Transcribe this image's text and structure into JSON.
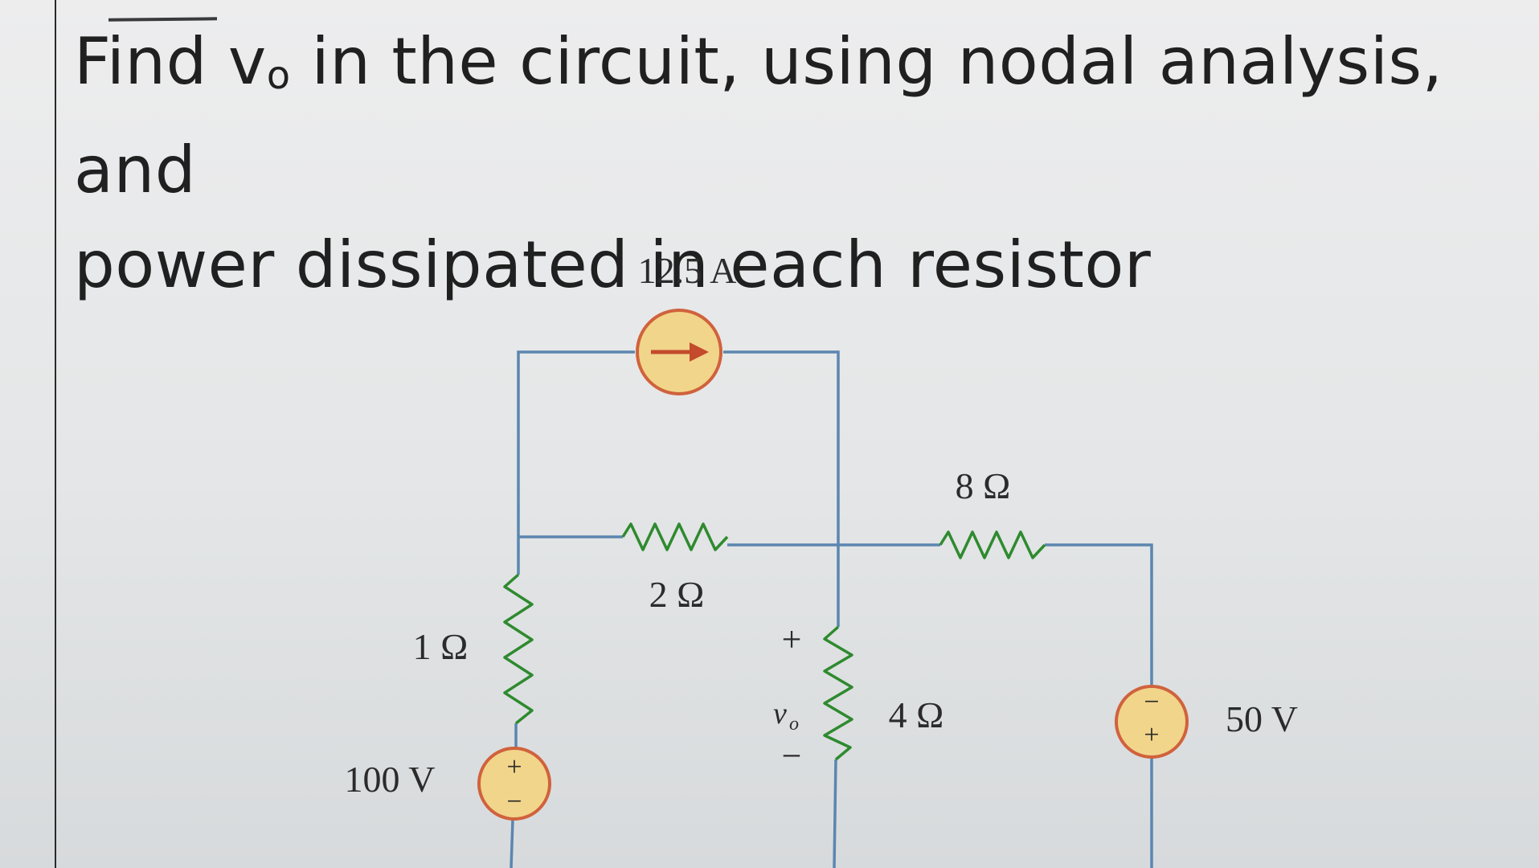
{
  "question": {
    "line1_pre": "Find v",
    "line1_sub": "o",
    "line1_post": " in the circuit, using nodal analysis, and",
    "line2": "power dissipated in each resistor"
  },
  "circuit": {
    "current_source_label": "12.5 A",
    "r_top_right_label": "8 Ω",
    "r_middle_label": "2 Ω",
    "r_left_label": "1 Ω",
    "r_center_label": "4 Ω",
    "v_left_label": "100 V",
    "v_right_label": "50 V",
    "vo_plus": "+",
    "vo_label": "v",
    "vo_sub": "o",
    "vo_minus": "−",
    "src_plus": "+",
    "src_minus": "−"
  },
  "colors": {
    "wire": "#5b86b0",
    "resistor": "#2e8a2e",
    "source_fill": "#f1d58a",
    "source_ring": "#d0623d"
  }
}
